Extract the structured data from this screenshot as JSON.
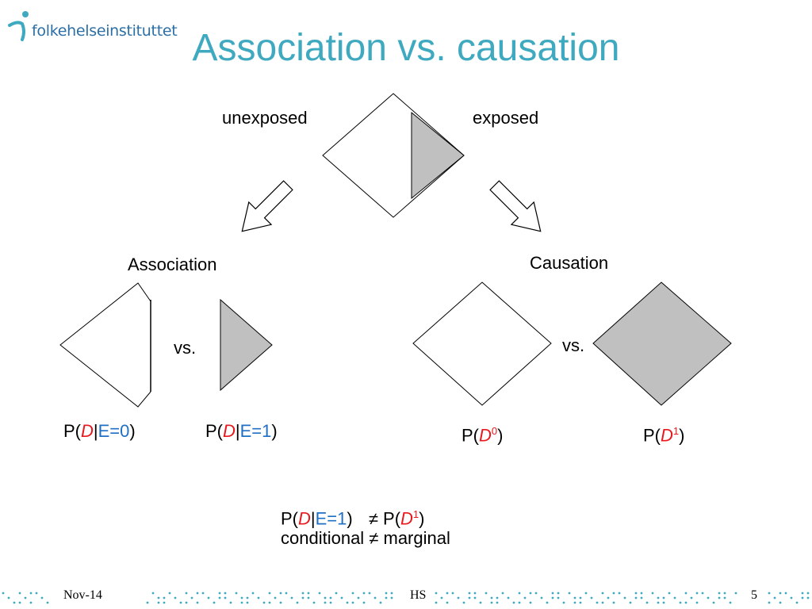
{
  "logo": {
    "text": "folkehelseinstituttet"
  },
  "title": "Association vs. causation",
  "top_labels": {
    "left": "unexposed",
    "right": "exposed"
  },
  "sections": {
    "association": "Association",
    "causation": "Causation"
  },
  "vs_label": "vs.",
  "formulas": {
    "p": "P(",
    "close": ")",
    "pipe": "|",
    "d": "D",
    "e0": "E=0",
    "e1": "E=1",
    "sup0": "0",
    "sup1": "1"
  },
  "bottom": {
    "neq": "≠",
    "line2": "conditional ≠ marginal"
  },
  "footer": {
    "date": "Nov-14",
    "author": "HS",
    "page": "5"
  },
  "colors": {
    "title": "#3fa9c0",
    "red": "#e8181c",
    "blue": "#1f6fc4",
    "fill": "#c0c0c0"
  }
}
